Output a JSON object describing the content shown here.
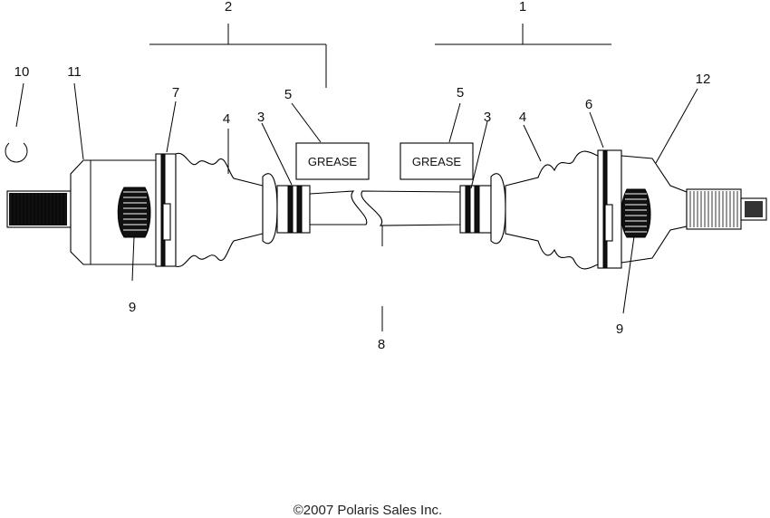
{
  "callouts": {
    "c1": "1",
    "c2": "2",
    "c3_left": "3",
    "c3_right": "3",
    "c4_left": "4",
    "c4_right": "4",
    "c5_left": "5",
    "c5_right": "5",
    "c6": "6",
    "c7": "7",
    "c8": "8",
    "c9_left": "9",
    "c9_right": "9",
    "c10": "10",
    "c11": "11",
    "c12": "12"
  },
  "grease_labels": {
    "left": "GREASE",
    "right": "GREASE"
  },
  "copyright": "©2007 Polaris Sales Inc."
}
